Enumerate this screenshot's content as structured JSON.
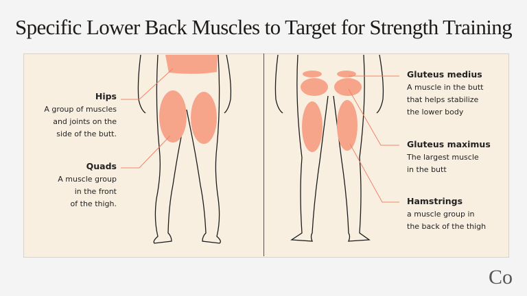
{
  "title": "Specific Lower Back Muscles to Target for Strength Training",
  "colors": {
    "highlight": "#f6a48a",
    "line": "#f08466",
    "panel": "#f8efe1",
    "outline": "#1a1a1a"
  },
  "front_view": {
    "labels": [
      {
        "heading": "Hips",
        "lines": [
          "A group of muscles",
          "and joints on the",
          "side of the butt."
        ]
      },
      {
        "heading": "Quads",
        "lines": [
          "A muscle group",
          "in the front",
          "of the thigh."
        ]
      }
    ]
  },
  "back_view": {
    "labels": [
      {
        "heading": "Gluteus medius",
        "lines": [
          "A muscle in the butt",
          "that helps stabilize",
          "the lower body"
        ]
      },
      {
        "heading": "Gluteus maximus",
        "lines": [
          "The largest muscle",
          "in the butt"
        ]
      },
      {
        "heading": "Hamstrings",
        "lines": [
          "a muscle group in",
          "the back of the thigh"
        ]
      }
    ]
  },
  "logo": "Co"
}
